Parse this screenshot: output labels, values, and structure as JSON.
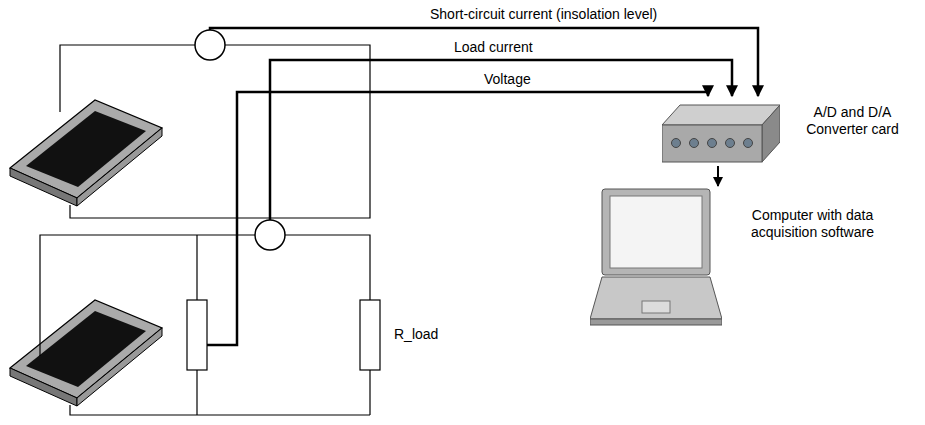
{
  "diagram": {
    "nodes": [
      {
        "text": [
          "A/D and D/A Converter card"
        ]
      },
      {
        "text": [
          "Computer with data acquisition software"
        ]
      }
    ],
    "edges": [
      {
        "from": 0,
        "to": 1,
        "arrow": "to"
      }
    ],
    "labels": [
      "Short-circuit current (insolation level)",
      "Load current",
      "Voltage",
      "R_load"
    ]
  }
}
